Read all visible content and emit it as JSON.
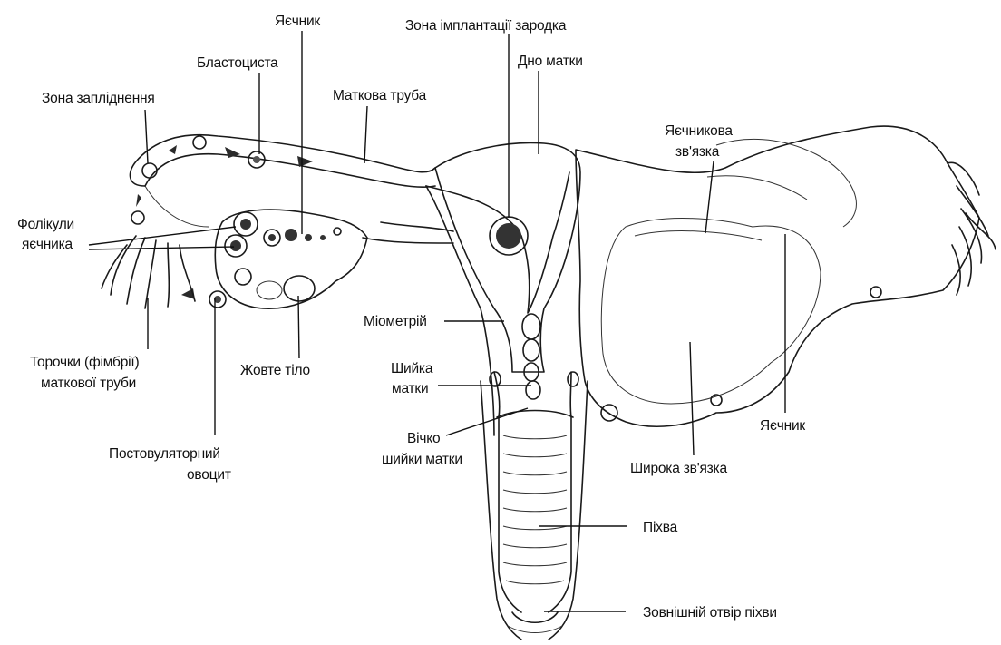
{
  "labels": {
    "zona_implantatsii": "Зона імплантації зародка",
    "yaiechnyk_top": "Яєчник",
    "blastotsysta": "Бластоциста",
    "dno_matky": "Дно матки",
    "zona_zaplidnennia": "Зона запліднення",
    "matkova_truba": "Маткова труба",
    "yaiechnykova_zviazka_1": "Яєчникова",
    "yaiechnykova_zviazka_2": "зв'язка",
    "folikuly_1": "Фолікули",
    "folikuly_2": "яєчника",
    "miometrii": "Міометрій",
    "torochky_1": "Торочки (фімбрії)",
    "torochky_2": "маткової труби",
    "zhovte_tilo": "Жовте тіло",
    "shyika_matky_1": "Шийка",
    "shyika_matky_2": "матки",
    "yaiechnyk_right": "Яєчник",
    "vichko_1": "Вічко",
    "vichko_2": "шийки матки",
    "postovuliatornyi_1": "Постовуляторний",
    "postovuliatornyi_2": "овоцит",
    "shyroka_zviazka": "Широка зв'язка",
    "pikhva": "Піхва",
    "zovnishnii_otvir": "Зовнішній отвір піхви"
  }
}
